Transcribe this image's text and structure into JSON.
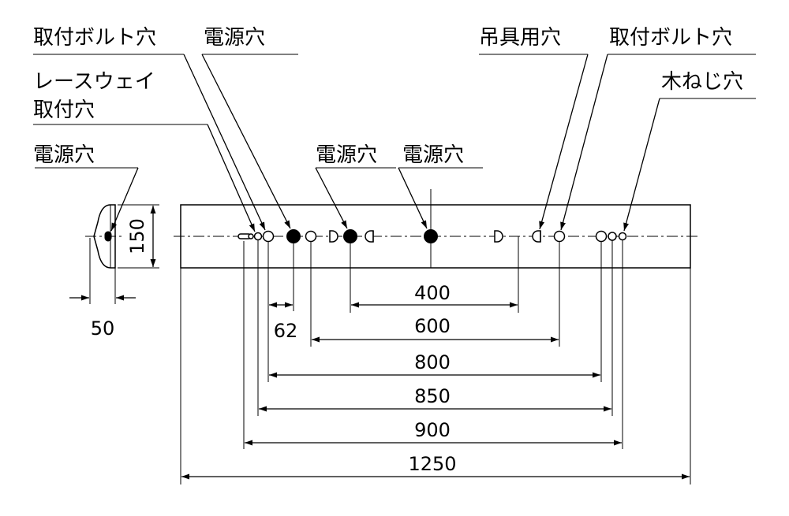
{
  "labels": {
    "mount_bolt_hole_left": "取付ボルト穴",
    "power_hole_top": "電源穴",
    "raceway_line1": "レースウェイ",
    "raceway_line2": "取付穴",
    "power_hole_side": "電源穴",
    "power_hole_mid1": "電源穴",
    "power_hole_mid2": "電源穴",
    "hanger_hole": "吊具用穴",
    "mount_bolt_hole_right": "取付ボルト穴",
    "wood_screw_hole": "木ねじ穴"
  },
  "dimensions": {
    "side_width": "50",
    "side_height": "150",
    "d62": "62",
    "d400": "400",
    "d600": "600",
    "d800": "800",
    "d850": "850",
    "d900": "900",
    "d1250": "1250"
  }
}
